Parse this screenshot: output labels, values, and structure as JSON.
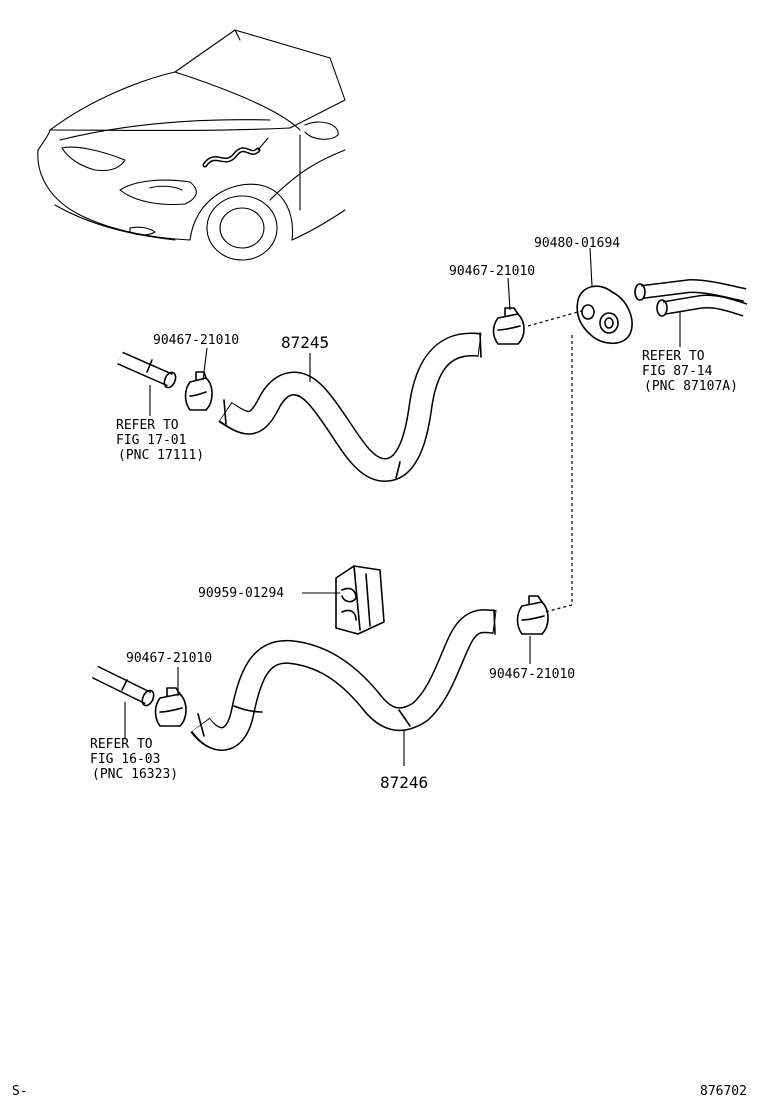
{
  "labels": {
    "p90480": "90480-01694",
    "p90467_top_right": "90467-21010",
    "p90467_top_left": "90467-21010",
    "p87245": "87245",
    "refer_top_right_1": "REFER TO",
    "refer_top_right_2": "FIG 87-14",
    "refer_top_right_3": "(PNC 87107A)",
    "refer_top_left_1": "REFER TO",
    "refer_top_left_2": "FIG 17-01",
    "refer_top_left_3": "(PNC 17111)",
    "p90959": "90959-01294",
    "p90467_bottom_left": "90467-21010",
    "p90467_bottom_right": "90467-21010",
    "refer_bottom_left_1": "REFER TO",
    "refer_bottom_left_2": "FIG 16-03",
    "refer_bottom_left_3": "(PNC 16323)",
    "p87246": "87246",
    "footer_left": "S-",
    "footer_right": "876702"
  }
}
